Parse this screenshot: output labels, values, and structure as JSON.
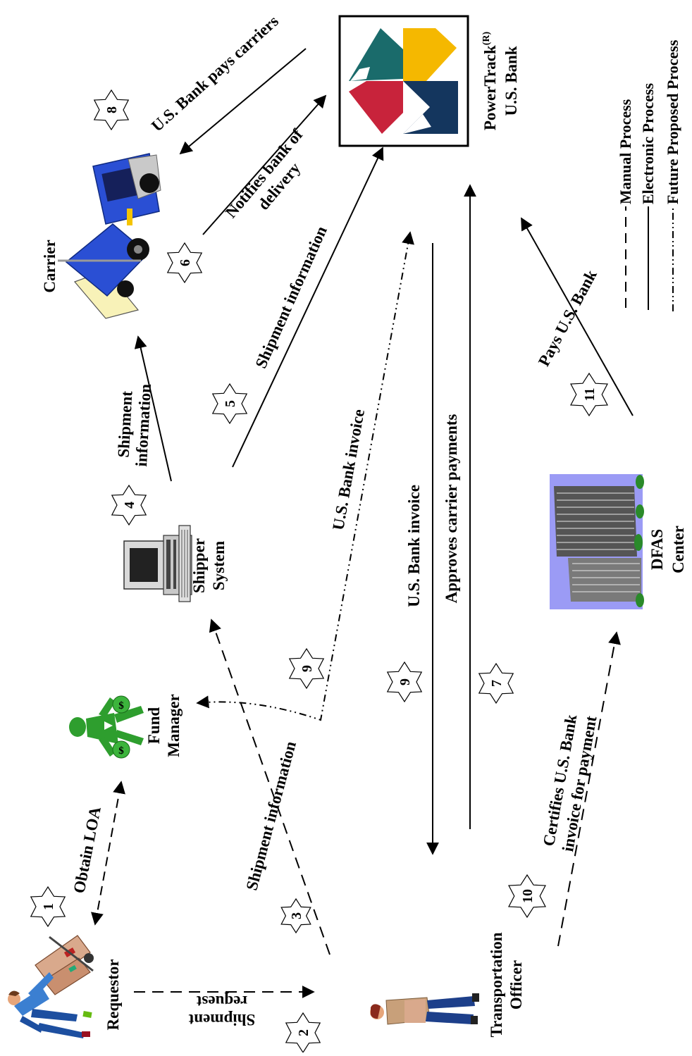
{
  "nodes": {
    "requestor": "Requestor",
    "transportation_officer_1": "Transportation",
    "transportation_officer_2": "Officer",
    "fund_manager_1": "Fund",
    "fund_manager_2": "Manager",
    "shipper_system_1": "Shipper",
    "shipper_system_2": "System",
    "carrier": "Carrier",
    "powertrack_1": "PowerTrack",
    "powertrack_sup": "(R)",
    "powertrack_2": "U.S. Bank",
    "dfas_1": "DFAS",
    "dfas_2": "Center"
  },
  "steps": {
    "s1": "1",
    "s2": "2",
    "s3": "3",
    "s4": "4",
    "s5": "5",
    "s6": "6",
    "s7": "7",
    "s8": "8",
    "s9a": "9",
    "s9b": "9",
    "s10": "10",
    "s11": "11"
  },
  "edges": {
    "obtain_loa": "Obtain LOA",
    "shipment_request_1": "Shipment",
    "shipment_request_2": "request",
    "shipment_info_to_shipper": "Shipment information",
    "shipment_info_to_carrier_1": "Shipment",
    "shipment_info_to_carrier_2": "information",
    "shipment_info_to_bank": "Shipment information",
    "notifies_bank_1": "Notifies bank of",
    "notifies_bank_2": "delivery",
    "bank_pays_carriers": "U.S. Bank pays carriers",
    "bank_invoice_fund": "U.S. Bank invoice",
    "bank_invoice_to": "U.S. Bank invoice",
    "approves_payments": "Approves carrier payments",
    "certifies_1": "Certifies U.S. Bank",
    "certifies_2": "invoice for payment",
    "pays_bank": "Pays U.S. Bank"
  },
  "legend": {
    "manual": "Manual Process",
    "electronic": "Electronic Process",
    "future": "Future Proposed Process"
  }
}
